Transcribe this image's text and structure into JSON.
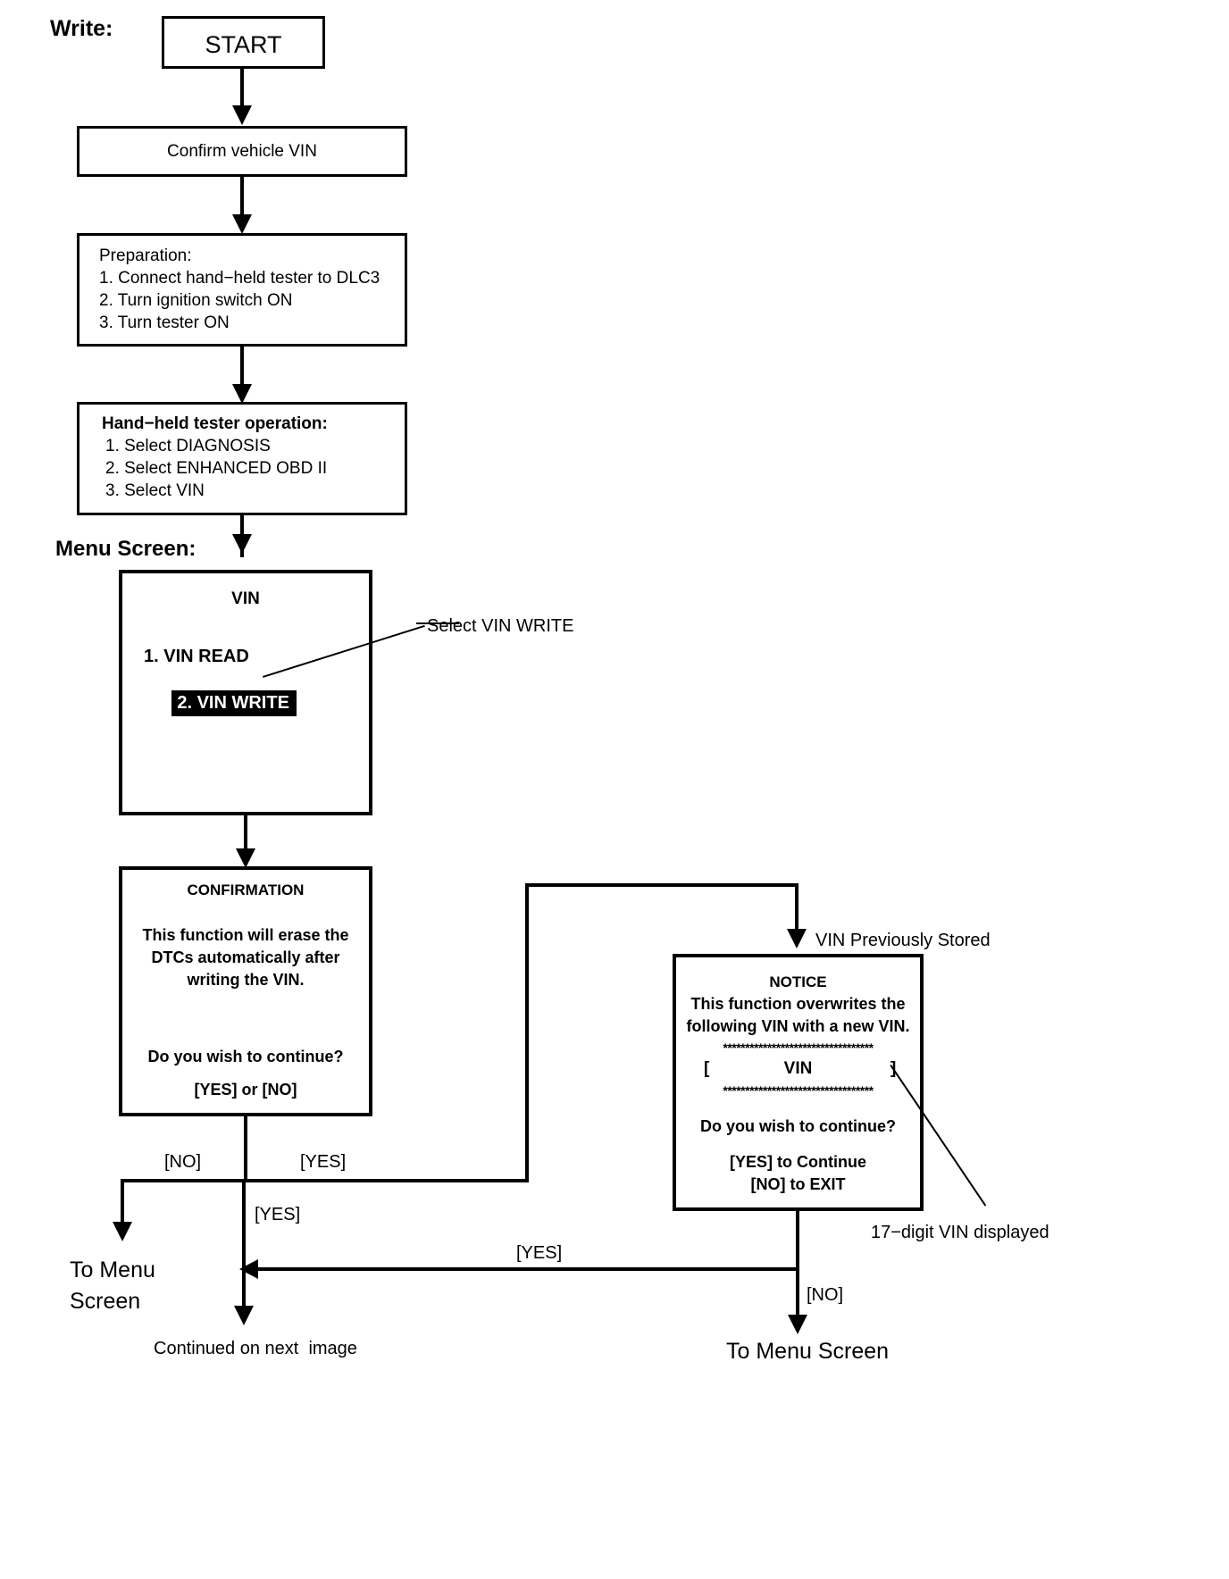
{
  "diagram": {
    "section_label": "Write:",
    "menu_screen_label": "Menu Screen:",
    "start_box": "START",
    "confirm_vin_box": "Confirm vehicle VIN",
    "preparation": {
      "title": "Preparation:",
      "steps": [
        "1. Connect hand−held tester to DLC3",
        "2. Turn ignition switch ON",
        "3. Turn tester ON"
      ]
    },
    "tester_operation": {
      "title": "Hand−held tester operation:",
      "steps": [
        "1. Select DIAGNOSIS",
        "2. Select ENHANCED OBD II",
        "3. Select VIN"
      ]
    },
    "vin_menu": {
      "title": "VIN",
      "item_1": "1. VIN READ",
      "item_2": "2. VIN WRITE",
      "callout": "Select VIN WRITE"
    },
    "confirmation_screen": {
      "title": "CONFIRMATION",
      "body_line_1": "This function will erase the",
      "body_line_2": "DTCs automatically after",
      "body_line_3": "writing the VIN.",
      "question": "Do you wish to continue?",
      "options": "[YES] or [NO]"
    },
    "notice_screen": {
      "label_above": "VIN Previously Stored",
      "title": "NOTICE",
      "body_line_1": "This function overwrites the",
      "body_line_2": "following VIN with a new VIN.",
      "stars_top": "**********************************",
      "vin_field_open": "[",
      "vin_field_label": "VIN",
      "vin_field_close": "]",
      "stars_bottom": "**********************************",
      "question": "Do you wish to continue?",
      "option_yes": "[YES] to Continue",
      "option_no": "[NO] to EXIT",
      "callout": "17−digit VIN displayed"
    },
    "edge_labels": {
      "conf_no": "[NO]",
      "conf_yes_right": "[YES]",
      "conf_yes_down": "[YES]",
      "notice_yes": "[YES]",
      "notice_no": "[NO]"
    },
    "terminals": {
      "to_menu_screen_left_line1": "To Menu",
      "to_menu_screen_left_line2": "Screen",
      "continued": "Continued on next  image",
      "to_menu_screen_right": "To Menu Screen"
    }
  },
  "colors": {
    "stroke": "#000000",
    "background": "#ffffff",
    "highlight_bg": "#000000",
    "highlight_fg": "#ffffff"
  }
}
